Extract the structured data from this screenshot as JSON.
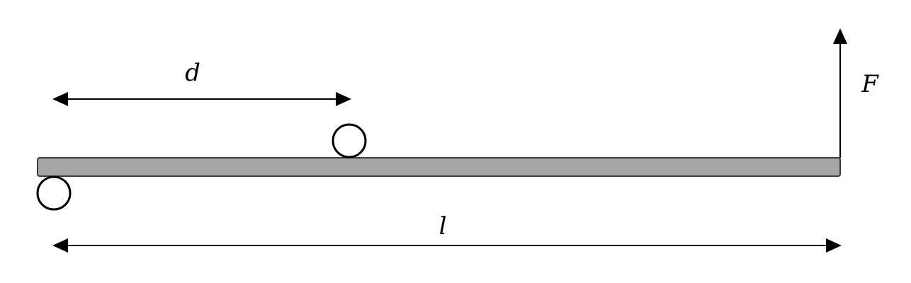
{
  "labels": {
    "d": "d",
    "l": "l",
    "F": "F"
  },
  "colors": {
    "beam_fill": "#a6a6a6",
    "beam_stroke": "#3a3a3a",
    "ink": "#000000"
  }
}
